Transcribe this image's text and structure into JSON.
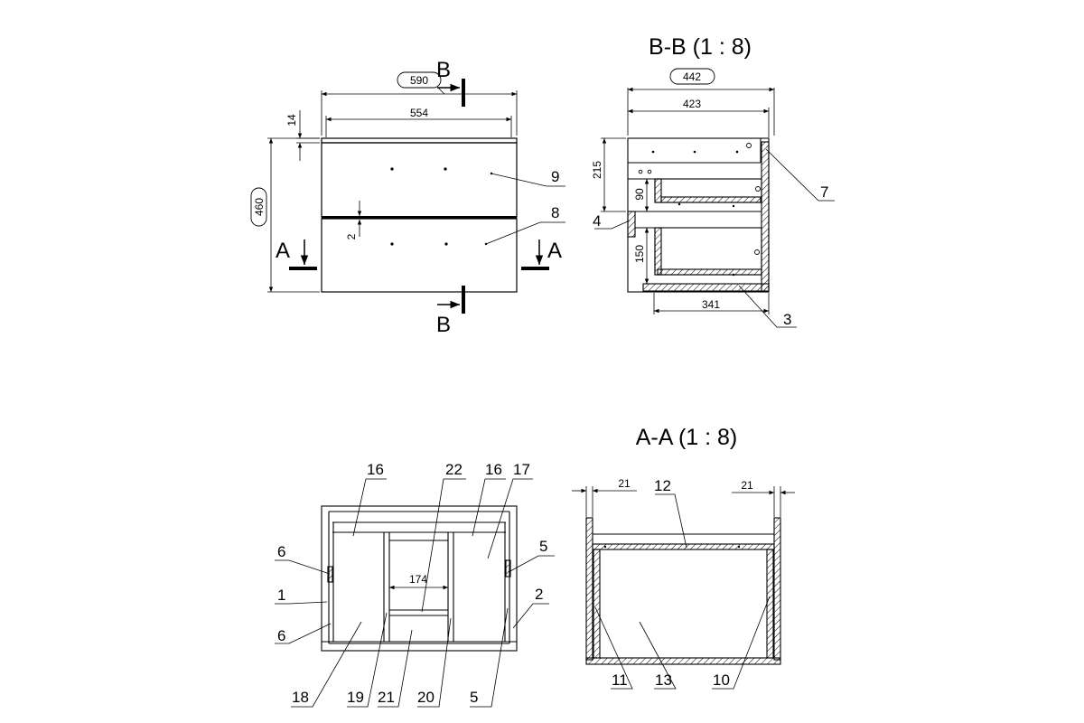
{
  "views": {
    "front": {
      "dims": {
        "overall_width": "590",
        "inner_width": "554",
        "height": "460",
        "top_gap": "14",
        "gap": "2"
      },
      "parts": {
        "upper_panel": "9",
        "lower_panel": "8"
      },
      "section_marks": {
        "b": "B",
        "a": "A"
      }
    },
    "section_bb": {
      "title": "B-B (1 : 8)",
      "dims": {
        "overall_depth": "442",
        "depth": "423",
        "upper_h": "215",
        "drawer_h": "90",
        "lower_h": "150",
        "base": "341"
      },
      "parts": {
        "p7": "7",
        "p4": "4",
        "p3": "3"
      }
    },
    "plan": {
      "dims": {
        "inner": "174"
      },
      "parts": {
        "p16a": "16",
        "p22": "22",
        "p16b": "16",
        "p17": "17",
        "p6a": "6",
        "p1": "1",
        "p6b": "6",
        "p5a": "5",
        "p2": "2",
        "p18": "18",
        "p19": "19",
        "p21": "21",
        "p20": "20",
        "p5b": "5"
      }
    },
    "section_aa": {
      "title": "A-A (1 : 8)",
      "dims": {
        "left_wall": "21",
        "right_wall": "21"
      },
      "parts": {
        "p12": "12",
        "p11": "11",
        "p13": "13",
        "p10": "10"
      }
    }
  }
}
